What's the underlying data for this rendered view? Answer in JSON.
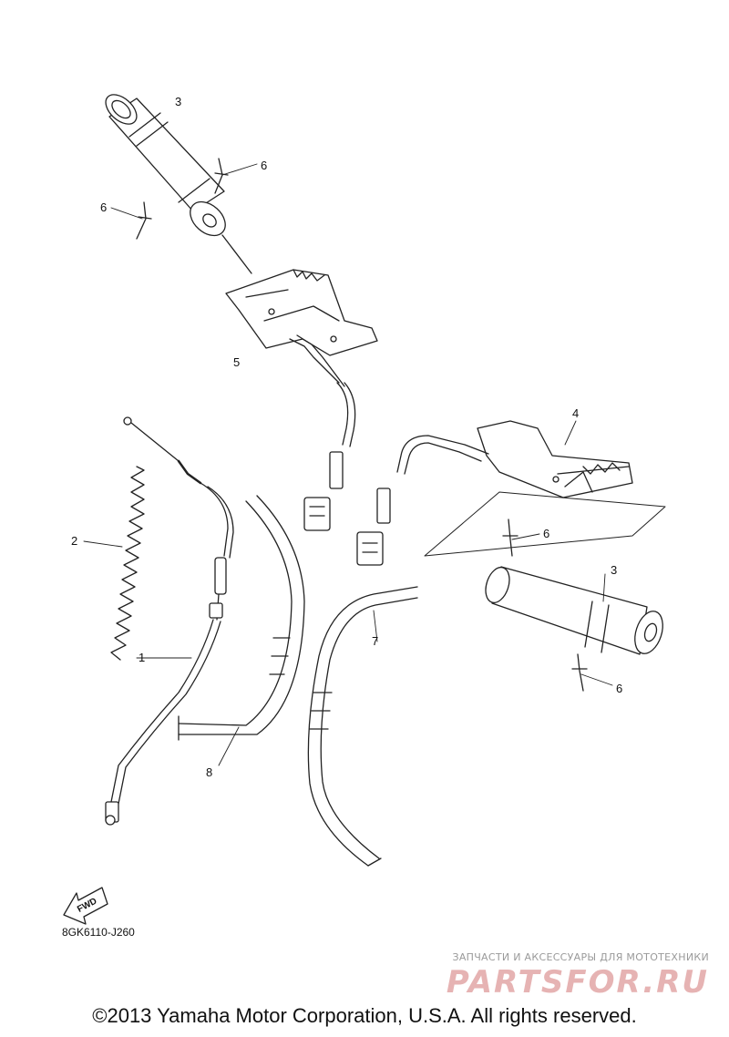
{
  "callouts": {
    "c3a": "3",
    "c6a": "6",
    "c6b": "6",
    "c5": "5",
    "c4": "4",
    "c6c": "6",
    "c3b": "3",
    "c6d": "6",
    "c2": "2",
    "c1": "1",
    "c7": "7",
    "c8": "8"
  },
  "fwd_label": "FWD",
  "diagram_code": "8GK6110-J260",
  "watermark": {
    "tagline": "ЗАПЧАСТИ И АКСЕССУАРЫ ДЛЯ МОТОТЕХНИКИ",
    "logo": "PARTSFOR.RU"
  },
  "copyright": "©2013 Yamaha Motor Corporation, U.S.A. All rights reserved."
}
